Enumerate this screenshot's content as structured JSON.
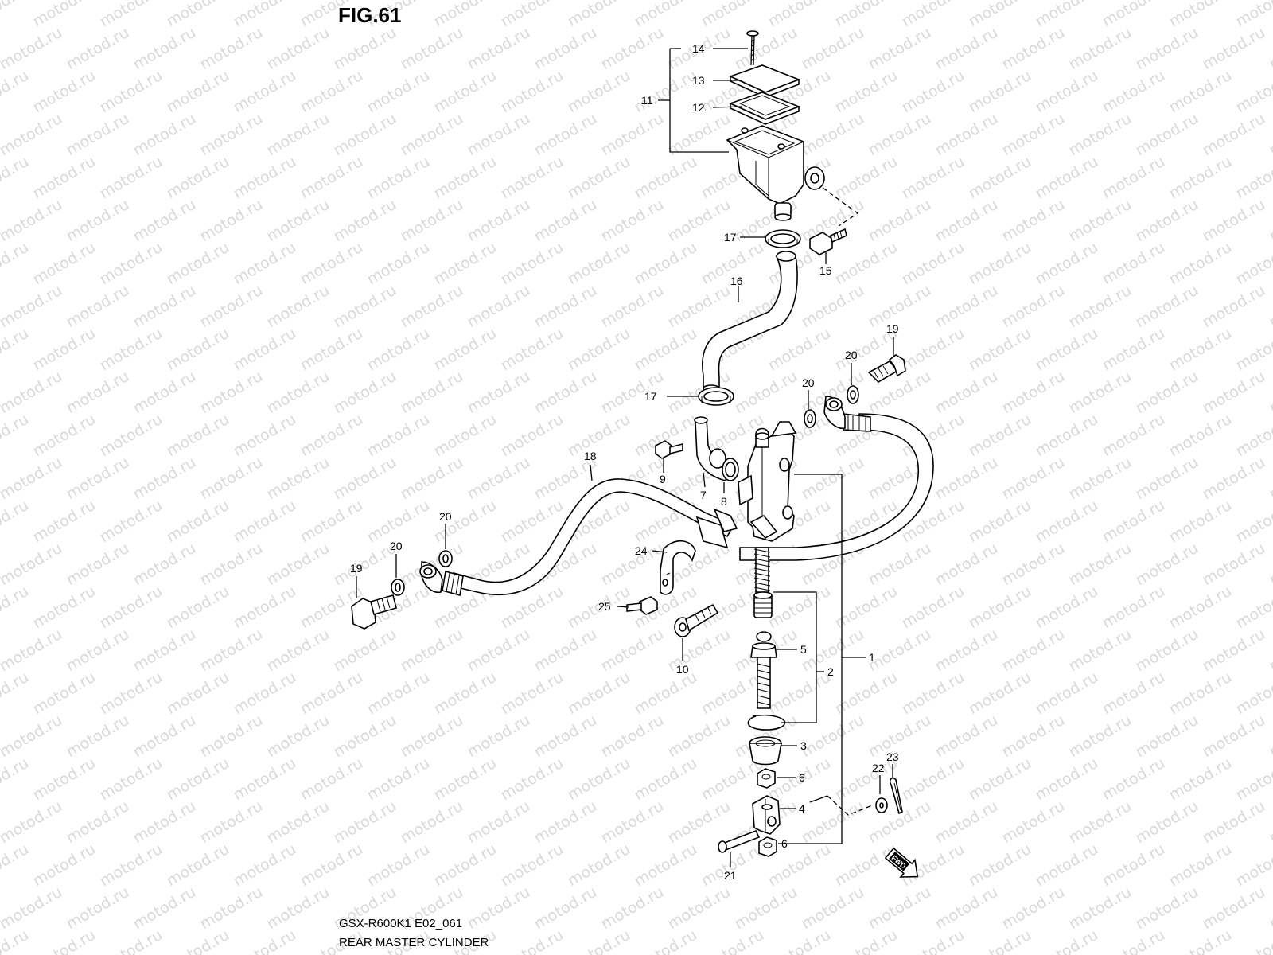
{
  "figure": {
    "title": "FIG.61",
    "model_code": "GSX-R600K1 E02_061",
    "name": "REAR MASTER CYLINDER",
    "watermark": "motod.ru",
    "fwd_badge": "FWD"
  },
  "callouts": [
    {
      "id": "callout-14",
      "label": "14"
    },
    {
      "id": "callout-13",
      "label": "13"
    },
    {
      "id": "callout-12",
      "label": "12"
    },
    {
      "id": "callout-11",
      "label": "11"
    },
    {
      "id": "callout-17a",
      "label": "17"
    },
    {
      "id": "callout-15",
      "label": "15"
    },
    {
      "id": "callout-16",
      "label": "16"
    },
    {
      "id": "callout-19a",
      "label": "19"
    },
    {
      "id": "callout-20a",
      "label": "20"
    },
    {
      "id": "callout-20b",
      "label": "20"
    },
    {
      "id": "callout-17b",
      "label": "17"
    },
    {
      "id": "callout-18",
      "label": "18"
    },
    {
      "id": "callout-9",
      "label": "9"
    },
    {
      "id": "callout-7",
      "label": "7"
    },
    {
      "id": "callout-8",
      "label": "8"
    },
    {
      "id": "callout-20c",
      "label": "20"
    },
    {
      "id": "callout-20d",
      "label": "20"
    },
    {
      "id": "callout-19b",
      "label": "19"
    },
    {
      "id": "callout-24",
      "label": "24"
    },
    {
      "id": "callout-25",
      "label": "25"
    },
    {
      "id": "callout-10",
      "label": "10"
    },
    {
      "id": "callout-5",
      "label": "5"
    },
    {
      "id": "callout-2",
      "label": "2"
    },
    {
      "id": "callout-1",
      "label": "1"
    },
    {
      "id": "callout-3",
      "label": "3"
    },
    {
      "id": "callout-6a",
      "label": "6"
    },
    {
      "id": "callout-4",
      "label": "4"
    },
    {
      "id": "callout-6b",
      "label": "6"
    },
    {
      "id": "callout-21",
      "label": "21"
    },
    {
      "id": "callout-22",
      "label": "22"
    },
    {
      "id": "callout-23",
      "label": "23"
    }
  ]
}
